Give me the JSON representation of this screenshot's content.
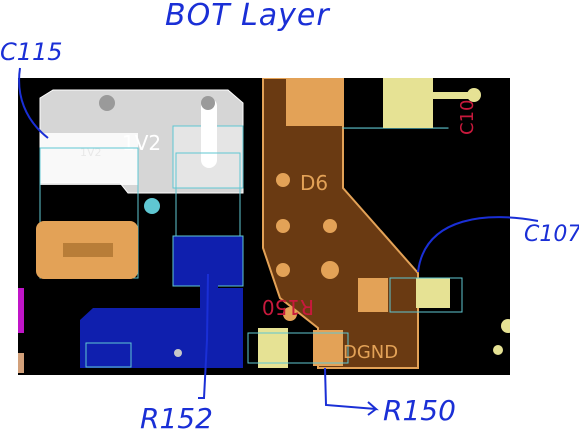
{
  "page_title": "BOT Layer",
  "annotations": {
    "c115": "C115",
    "c107": "C107",
    "r152": "R152",
    "r150": "R150"
  },
  "pcb": {
    "net_1v2_small": "1V2",
    "net_1v2_large": "1V2",
    "net_d6": "D6",
    "net_dgnd": "DGND",
    "silk_r150": "R150",
    "silk_c10": "C10"
  },
  "colors": {
    "board_background": "#000000",
    "copper_orange": "#e3a257",
    "copper_dark": "#6a3a12",
    "pad_yellow": "#e6e294",
    "pad_blue": "#0f1fae",
    "pad_gray": "#d6d6d6",
    "silkscreen_red": "#c8193c",
    "annotation_blue": "#1a2fd6",
    "outline_cyan": "#5fc7d2"
  },
  "icons": [
    "via-icon",
    "test-point-icon",
    "arrow-icon"
  ]
}
